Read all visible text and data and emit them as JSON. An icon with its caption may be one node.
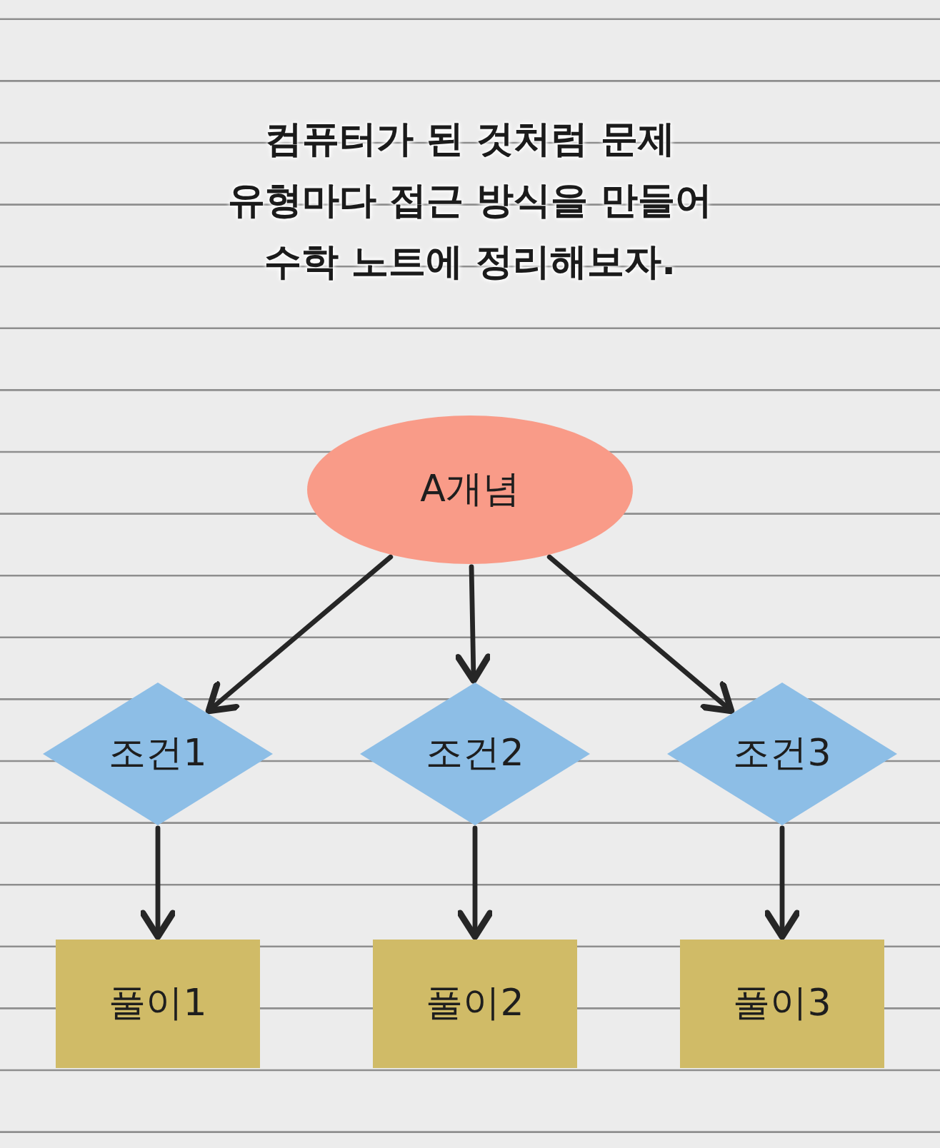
{
  "diagram": {
    "title": "컴퓨터가 된 것처럼 문제 유형마다 접근 방식을 만들어 수학 노트에 정리해보자.",
    "nodes": [
      {
        "text": [
          "A개념"
        ]
      },
      {
        "text": [
          "조건1"
        ]
      },
      {
        "text": [
          "조건2"
        ]
      },
      {
        "text": [
          "조건3"
        ]
      },
      {
        "text": [
          "풀이1"
        ]
      },
      {
        "text": [
          "풀이2"
        ]
      },
      {
        "text": [
          "풀이3"
        ]
      }
    ],
    "edges": [
      {
        "from": 0,
        "to": 1,
        "arrow": "to"
      },
      {
        "from": 0,
        "to": 2,
        "arrow": "to"
      },
      {
        "from": 0,
        "to": 3,
        "arrow": "to"
      },
      {
        "from": 1,
        "to": 4,
        "arrow": "to"
      },
      {
        "from": 2,
        "to": 5,
        "arrow": "to"
      },
      {
        "from": 3,
        "to": 6,
        "arrow": "to"
      }
    ]
  }
}
